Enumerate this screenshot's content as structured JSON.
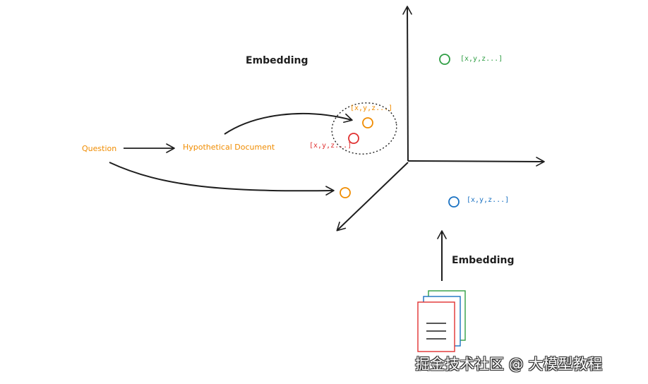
{
  "labels": {
    "embedding_top": "Embedding",
    "embedding_bottom": "Embedding",
    "question": "Question",
    "hypothetical_document": "Hypothetical Document",
    "vector_orange": "[x,y,z...]",
    "vector_red": "[x,y,z...]",
    "vector_green": "[x,y,z...]",
    "vector_blue": "[x,y,z...]"
  },
  "watermark": "掘金技术社区 @ 大模型教程",
  "colors": {
    "orange": "#f08c00",
    "red": "#e03131",
    "green": "#2f9e44",
    "blue": "#1971c2",
    "stroke": "#1e1e1e"
  },
  "icons": {
    "documents": "document-stack-icon"
  }
}
